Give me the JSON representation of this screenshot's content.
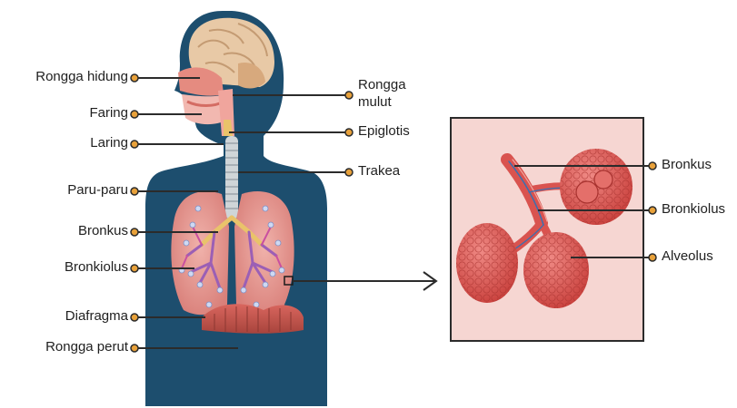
{
  "left_labels": {
    "rongga_hidung": "Rongga hidung",
    "faring": "Faring",
    "laring": "Laring",
    "paru_paru": "Paru-paru",
    "bronkus": "Bronkus",
    "bronkiolus": "Bronkiolus",
    "diafragma": "Diafragma",
    "rongga_perut": "Rongga perut"
  },
  "middle_labels": {
    "rongga_mulut_line1": "Rongga",
    "rongga_mulut_line2": "mulut",
    "epiglotis": "Epiglotis",
    "trakea": "Trakea"
  },
  "inset_labels": {
    "bronkus": "Bronkus",
    "bronkiolus": "Bronkiolus",
    "alveolus": "Alveolus"
  },
  "colors": {
    "body_silhouette": "#1d4e6e",
    "lung_tissue": "#e89a92",
    "alveoli": "#d9534f",
    "inset_background": "#f6d6d2",
    "pointer_dot": "#e8a13a",
    "pointer_line": "#2b2b2b",
    "diaphragm": "#c0524a"
  }
}
